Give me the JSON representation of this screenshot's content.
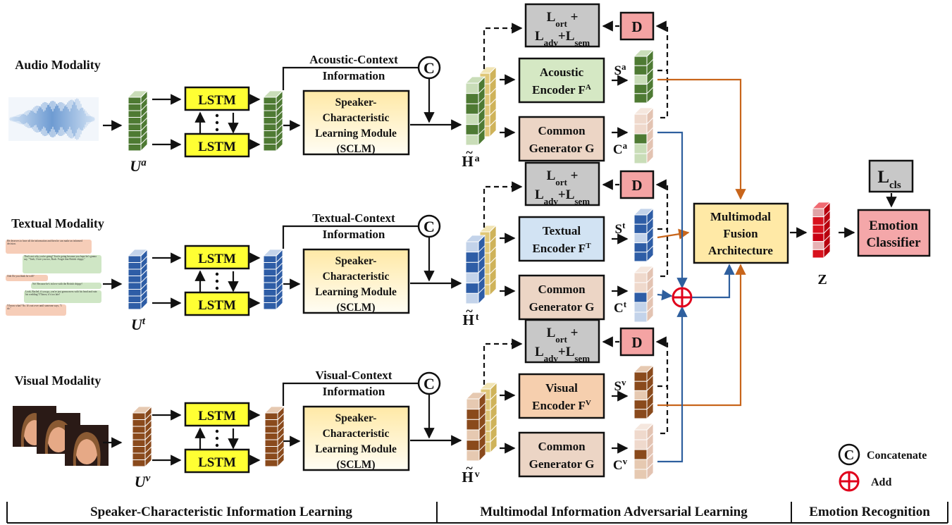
{
  "modalities": [
    {
      "id": "a",
      "title": "Audio Modality",
      "u_label": "U",
      "u_sup": "a",
      "context_l1": "Acoustic-Context",
      "context_l2": "Information",
      "sclm": [
        "Speaker-",
        "Characteristic",
        "Learning Module",
        "(SCLM)"
      ],
      "h_label": "H",
      "h_sup": "a",
      "loss_l1": "L",
      "loss_l1_sub": "ort",
      "loss_l1_tail": " +",
      "loss_l2a": "L",
      "loss_l2a_sub": "adv",
      "loss_l2b": "+L",
      "loss_l2b_sub": "sem",
      "d_label": "D",
      "enc_l1": "Acoustic",
      "enc_l2": "Encoder F",
      "enc_sup": "A",
      "gen_l1": "Common",
      "gen_l2": "Generator G",
      "s_label": "S",
      "s_sup": "a",
      "c_label": "C",
      "c_sup": "a",
      "color": "#4e7a33",
      "light": "#c9ddb8",
      "encoder_fill": "#d5e8c4"
    },
    {
      "id": "t",
      "title": "Textual Modality",
      "u_label": "U",
      "u_sup": "t",
      "context_l1": "Textual-Context",
      "context_l2": "Information",
      "sclm": [
        "Speaker-",
        "Characteristic",
        "Learning Module",
        "(SCLM)"
      ],
      "h_label": "H",
      "h_sup": "t",
      "loss_l1": "L",
      "loss_l1_sub": "ort",
      "loss_l1_tail": " +",
      "loss_l2a": "L",
      "loss_l2a_sub": "adv",
      "loss_l2b": "+L",
      "loss_l2b_sub": "sem",
      "d_label": "D",
      "enc_l1": "Textual",
      "enc_l2": "Encoder F",
      "enc_sup": "T",
      "gen_l1": "Common",
      "gen_l2": "Generator G",
      "s_label": "S",
      "s_sup": "t",
      "c_label": "C",
      "c_sup": "t",
      "color": "#2e5da6",
      "light": "#c3d3ea",
      "encoder_fill": "#d2e3f3"
    },
    {
      "id": "v",
      "title": "Visual Modality",
      "u_label": "U",
      "u_sup": "v",
      "context_l1": "Visual-Context",
      "context_l2": "Information",
      "sclm": [
        "Speaker-",
        "Characteristic",
        "Learning Module",
        "(SCLM)"
      ],
      "h_label": "H",
      "h_sup": "v",
      "loss_l1": "L",
      "loss_l1_sub": "ort",
      "loss_l1_tail": " +",
      "loss_l2a": "L",
      "loss_l2a_sub": "adv",
      "loss_l2b": "+L",
      "loss_l2b_sub": "sem",
      "d_label": "D",
      "enc_l1": "Visual",
      "enc_l2": "Encoder F",
      "enc_sup": "V",
      "gen_l1": "Common",
      "gen_l2": "Generator G",
      "s_label": "S",
      "s_sup": "v",
      "c_label": "C",
      "c_sup": "v",
      "color": "#8a4a1c",
      "light": "#e6c9b1",
      "encoder_fill": "#f6cfae"
    }
  ],
  "lstm_label": "LSTM",
  "concat_symbol": "C",
  "fusion": [
    "Multimodal",
    "Fusion",
    "Architecture"
  ],
  "z_label": "Z",
  "lcls_main": "L",
  "lcls_sub": "cls",
  "classifier": [
    "Emotion",
    "Classifier"
  ],
  "legend": {
    "concat": "Concatenate",
    "add": "Add"
  },
  "footer": [
    "Speaker-Characteristic Information Learning",
    "Multimodal  Information Adversarial Learning",
    "Emotion Recognition"
  ],
  "chat_lines": [
    "He deserves to have all the information and then he can make an informed decision.",
    "That's not why you're going! You're going because you hope he's gonna say, \"Yeah, I love you too, Rach. Forget that British chippy.\"",
    "Ooh Do you think he will?",
    "No! Because he's in love with the British chippy!",
    "Look, Rachel, if you go, you're just gonna mess with his head and ruin his wedding! Y'know, it's too late!",
    "Y'know what? No. It's not over until someone says, \"I do.\""
  ],
  "colors": {
    "lstm": "#ffff33",
    "sclm_top": "#ffe9a6",
    "sclm_bottom": "#fffdf4",
    "generator": "#ecd5c5",
    "loss": "#c8c8c8",
    "d": "#f4a3a3",
    "fusion": "#ffe9a6",
    "classifier": "#f4a7a9",
    "z": "#d8111d",
    "orange_line": "#c8651b",
    "blue_line": "#2e5f9e",
    "add": "#e0001b"
  }
}
